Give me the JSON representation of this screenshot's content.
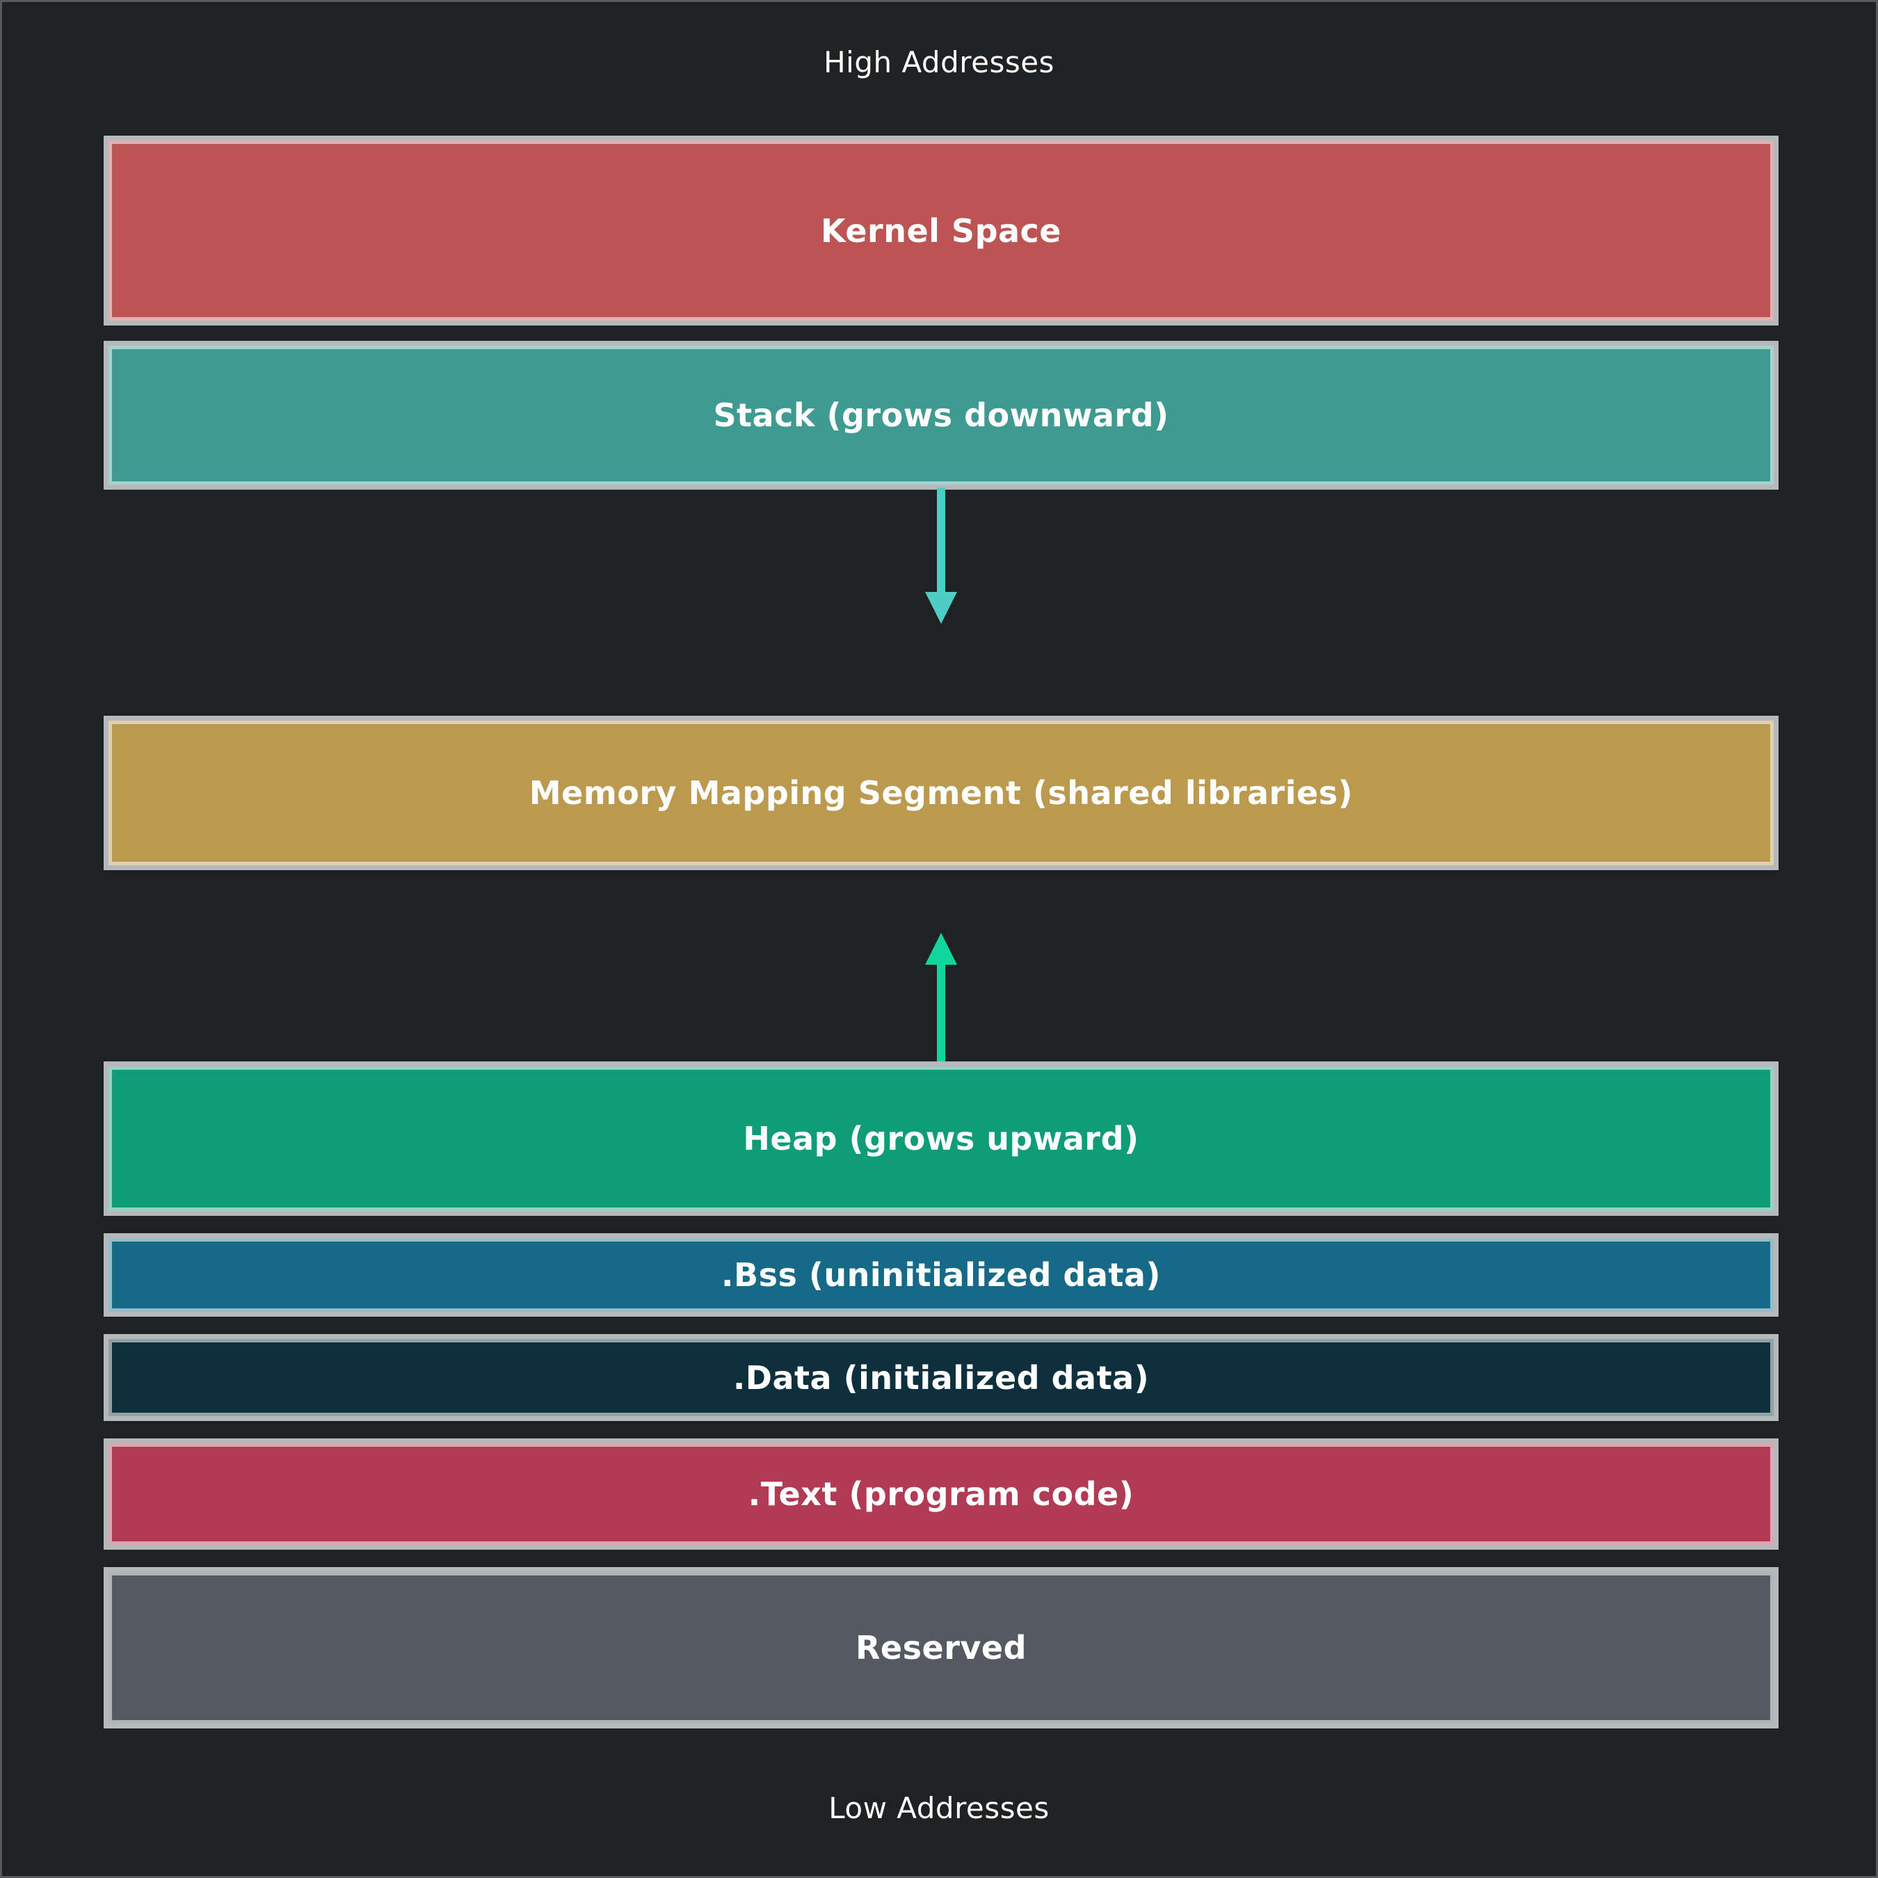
{
  "diagram": {
    "title_top_label": "High Addresses",
    "title_bottom_label": "Low Addresses",
    "background_color": "#1f2122",
    "box_border_color": "#b7b8ba",
    "text_color": "#ffffff",
    "segments": [
      {
        "id": "kernel",
        "label": "Kernel Space",
        "color": "#bb5453"
      },
      {
        "id": "stack",
        "label": "Stack (grows downward)",
        "color": "#3f9a92"
      },
      {
        "id": "mmap",
        "label": "Memory Mapping Segment (shared libraries)",
        "color": "#bb9a50"
      },
      {
        "id": "heap",
        "label": "Heap (grows upward)",
        "color": "#0f9d79"
      },
      {
        "id": "bss",
        "label": ".Bss (uninitialized data)",
        "color": "#166a88"
      },
      {
        "id": "data",
        "label": ".Data (initialized data)",
        "color": "#0e303c"
      },
      {
        "id": "text",
        "label": ".Text (program code)",
        "color": "#b13a55"
      },
      {
        "id": "reserved",
        "label": "Reserved",
        "color": "#545a62"
      }
    ],
    "arrows": [
      {
        "id": "stack-growth",
        "direction": "down",
        "color": "#4ecdc4"
      },
      {
        "id": "heap-growth",
        "direction": "up",
        "color": "#10d69e"
      }
    ]
  }
}
